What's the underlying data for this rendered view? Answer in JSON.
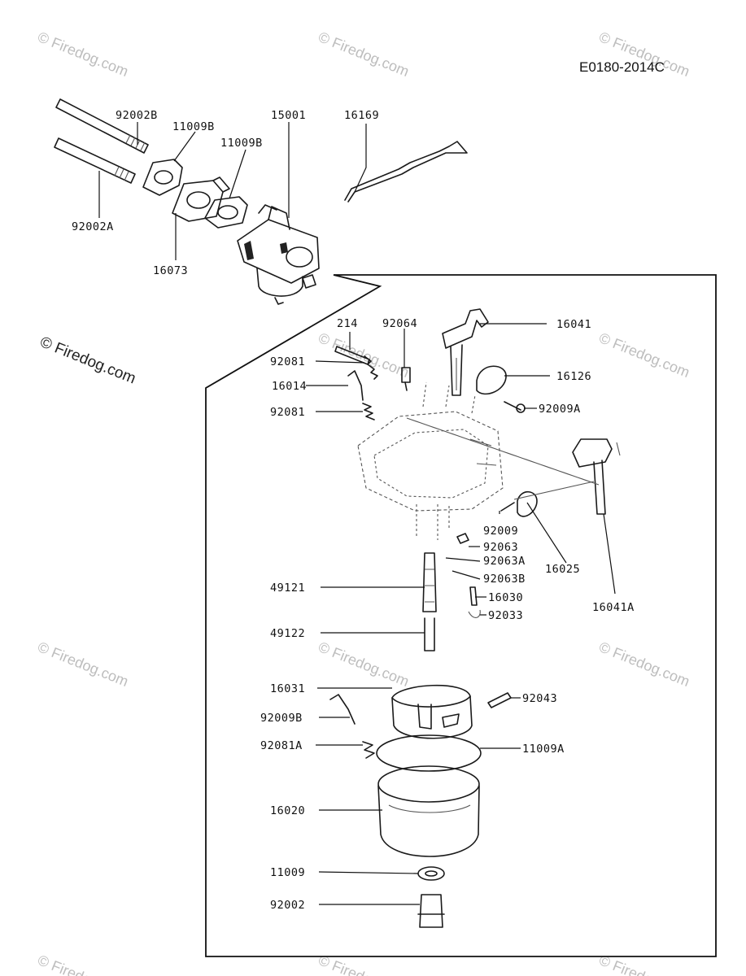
{
  "diagram_code": "E0180-2014C",
  "watermark": "© Firedog.com",
  "parts": {
    "p92002B": "92002B",
    "p11009B_1": "11009B",
    "p15001": "15001",
    "p16169": "16169",
    "p11009B_2": "11009B",
    "p92002A": "92002A",
    "p16073": "16073",
    "p214": "214",
    "p92064": "92064",
    "p16041": "16041",
    "p92081_1": "92081",
    "p16126": "16126",
    "p16014": "16014",
    "p92009A": "92009A",
    "p92081_2": "92081",
    "p92009": "92009",
    "p92063": "92063",
    "p92063A": "92063A",
    "p16025": "16025",
    "p92063B": "92063B",
    "p49121": "49121",
    "p16030": "16030",
    "p16041A": "16041A",
    "p92033": "92033",
    "p49122": "49122",
    "p16031": "16031",
    "p92043": "92043",
    "p92009B": "92009B",
    "p11009A": "11009A",
    "p92081A": "92081A",
    "p16020": "16020",
    "p11009": "11009",
    "p92002": "92002"
  }
}
